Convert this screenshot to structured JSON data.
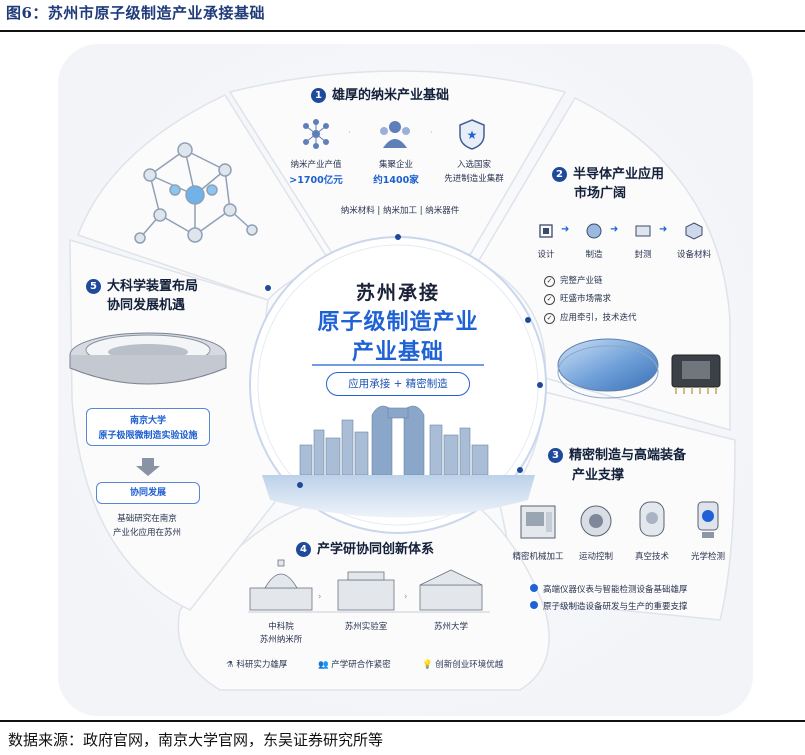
{
  "figure_title": "图6：苏州市原子级制造产业承接基础",
  "source": "数据来源：政府官网，南京大学官网，东吴证券研究所等",
  "center": {
    "line1": "苏州承接",
    "line2": "原子级制造产业",
    "line3": "产业基础",
    "pill": "应用承接 + 精密制造"
  },
  "sec1": {
    "num": "1",
    "title": "雄厚的纳米产业基础",
    "stats": [
      {
        "label": "纳米产业产值",
        "value": ">1700亿元",
        "icon": "molecule-icon"
      },
      {
        "label": "集聚企业",
        "value": "约1400家",
        "icon": "people-icon"
      },
      {
        "label": "入选国家",
        "value": "先进制造业集群",
        "icon": "shield-star-icon"
      }
    ],
    "footer": "纳米材料 | 纳米加工 | 纳米器件"
  },
  "sec2": {
    "num": "2",
    "title_line1": "半导体产业应用",
    "title_line2": "市场广阔",
    "chain": [
      "设计",
      "制造",
      "封测",
      "设备材料"
    ],
    "checks": [
      "完整产业链",
      "旺盛市场需求",
      "应用牵引，技术迭代"
    ]
  },
  "sec3": {
    "num": "3",
    "title_line1": "精密制造与高端装备",
    "title_line2": "产业支撑",
    "equipment": [
      "精密机械加工",
      "运动控制",
      "真空技术",
      "光学检测"
    ],
    "bullets": [
      "高端仪器仪表与智能检测设备基础雄厚",
      "原子级制造设备研发与生产的重要支撑"
    ]
  },
  "sec4": {
    "num": "4",
    "title": "产学研协同创新体系",
    "institutes": [
      {
        "line1": "中科院",
        "line2": "苏州纳米所"
      },
      {
        "line1": "苏州实验室",
        "line2": ""
      },
      {
        "line1": "苏州大学",
        "line2": ""
      }
    ],
    "footer": [
      "科研实力雄厚",
      "产学研合作紧密",
      "创新创业环境优越"
    ]
  },
  "sec5": {
    "num": "5",
    "title_line1": "大科学装置布局",
    "title_line2": "协同发展机遇",
    "box1_line1": "南京大学",
    "box1_line2": "原子极限微制造实验设施",
    "box2": "协同发展",
    "note_line1": "基础研究在南京",
    "note_line2": "产业化应用在苏州"
  },
  "colors": {
    "accent": "#1f62d6",
    "navy": "#1f4a9c",
    "title": "#1f3b7a"
  }
}
